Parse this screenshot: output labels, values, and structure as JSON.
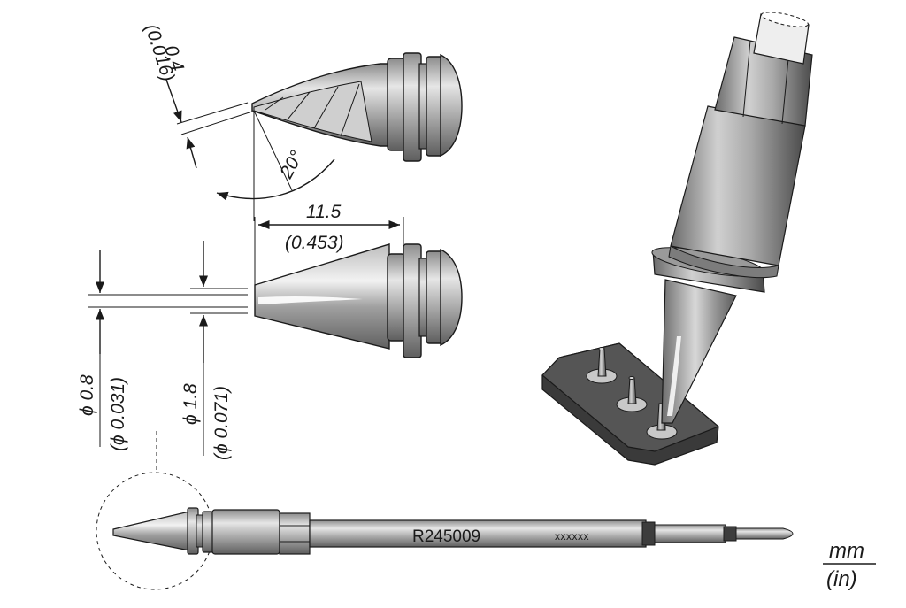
{
  "side_view": {
    "tip_width": "0.4",
    "tip_width_in": "(0.016)",
    "angle": "20°"
  },
  "front_view": {
    "length": "11.5",
    "length_in": "(0.453)",
    "dia_tip": "ϕ 0.8",
    "dia_tip_in": "(ϕ 0.031)",
    "dia_body": "ϕ 1.8",
    "dia_body_in": "(ϕ 0.071)"
  },
  "cartridge": {
    "part_number": "R245009",
    "lot_code": "xxxxxx"
  },
  "units": {
    "primary": "mm",
    "secondary": "(in)"
  }
}
